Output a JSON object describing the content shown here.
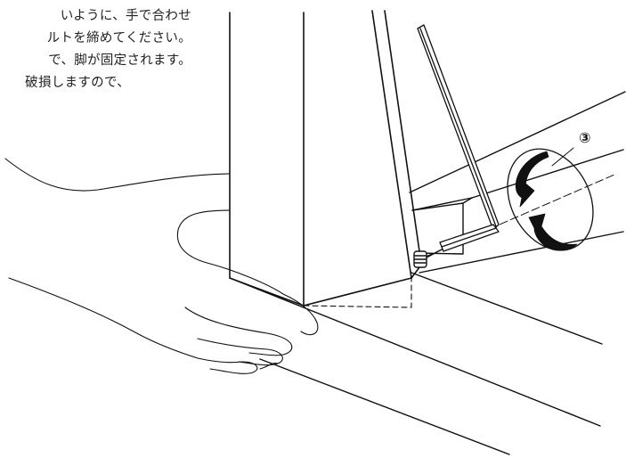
{
  "instruction": {
    "lines": [
      "いように、手で合わせ",
      "ルトを締めてください。",
      "で、脚が固定されます。",
      "破損しますので、"
    ]
  },
  "figure": {
    "step_label": "③"
  },
  "colors": {
    "ink": "#111111",
    "text": "#222222",
    "background": "#ffffff"
  }
}
